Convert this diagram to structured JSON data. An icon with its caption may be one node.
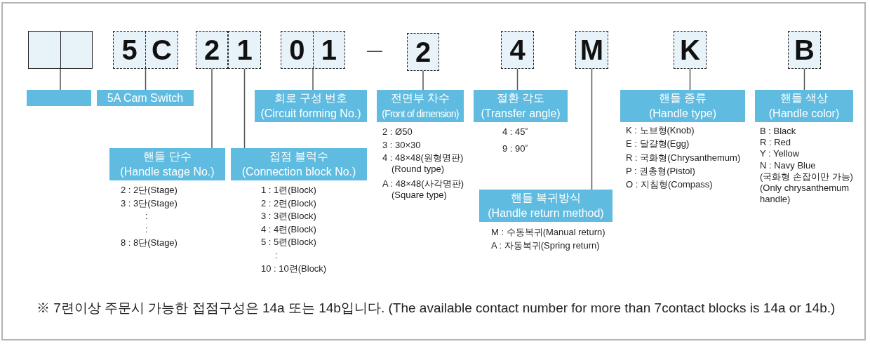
{
  "diagram": {
    "nodes": [
      {
        "text": [],
        "shape": "box"
      },
      {
        "text": [
          "5",
          "C"
        ]
      },
      {
        "text": [
          "2"
        ]
      },
      {
        "text": [
          "1"
        ]
      },
      {
        "text": [
          "0",
          "1"
        ]
      },
      {
        "text": [
          "2"
        ]
      },
      {
        "text": [
          "4"
        ]
      },
      {
        "text": [
          "M"
        ]
      },
      {
        "text": [
          "K"
        ]
      },
      {
        "text": [
          "B"
        ]
      },
      {
        "text": [],
        "shape": "box"
      },
      {
        "text": [
          "5A Cam Switch"
        ]
      },
      {
        "text": [
          "회로 구성 번호",
          "(Circuit forming No.)"
        ]
      },
      {
        "text": [
          "전면부 차수",
          "(Front of dimension)"
        ],
        "beside": [
          "2 : Ø50",
          "3 : 30×30",
          "4 : 48×48(원형명판) (Round type)",
          "A : 48×48(사각명판) (Square type)"
        ]
      },
      {
        "text": [
          "절환 각도",
          "(Transfer angle)"
        ],
        "beside": [
          "4 : 45˚",
          "9 : 90˚"
        ]
      },
      {
        "text": [
          "핸들 종류",
          "(Handle type)"
        ],
        "beside": [
          "K : 노브형(Knob)",
          "E : 달걀형(Egg)",
          "R : 국화형(Chrysanthemum)",
          "P : 권총형(Pistol)",
          "O : 지침형(Compass)"
        ]
      },
      {
        "text": [
          "핸들 색상",
          "(Handle color)"
        ],
        "beside": [
          "B : Black",
          "R : Red",
          "Y : Yellow",
          "N : Navy Blue",
          "(국화형 손잡이만 가능) (Only chrysanthemum handle)"
        ]
      },
      {
        "text": [
          "핸들 단수",
          "(Handle stage No.)"
        ],
        "beside": [
          "2 : 2단(Stage)",
          "3 : 3단(Stage)",
          ":",
          ":",
          "8 : 8단(Stage)"
        ]
      },
      {
        "text": [
          "접점 블럭수",
          "(Connection block No.)"
        ],
        "beside": [
          "1 : 1련(Block)",
          "2 : 2련(Block)",
          "3 : 3련(Block)",
          "4 : 4련(Block)",
          "5 : 5련(Block)",
          ":",
          "10 : 10련(Block)"
        ]
      },
      {
        "text": [
          "핸들 복귀방식",
          "(Handle return method)"
        ],
        "beside": [
          "M : 수동복귀(Manual return)",
          "A : 자동복귀(Spring return)"
        ]
      }
    ],
    "edges": [
      {
        "from": 0,
        "to": 10,
        "arrow": "none"
      },
      {
        "from": 1,
        "to": 11,
        "arrow": "none"
      },
      {
        "from": 2,
        "to": 17,
        "arrow": "none"
      },
      {
        "from": 3,
        "to": 18,
        "arrow": "none"
      },
      {
        "from": 4,
        "to": 12,
        "arrow": "none"
      },
      {
        "from": 5,
        "to": 13,
        "arrow": "none"
      },
      {
        "from": 6,
        "to": 14,
        "arrow": "none"
      },
      {
        "from": 7,
        "to": 19,
        "arrow": "none"
      },
      {
        "from": 8,
        "to": 15,
        "arrow": "none"
      },
      {
        "from": 9,
        "to": 16,
        "arrow": "none"
      }
    ],
    "labels": [
      "—",
      "※ 7련이상 주문시 가능한 접점구성은 14a 또는 14b입니다. (The available contact number for more than 7contact blocks is 14a or 14b.)"
    ]
  }
}
